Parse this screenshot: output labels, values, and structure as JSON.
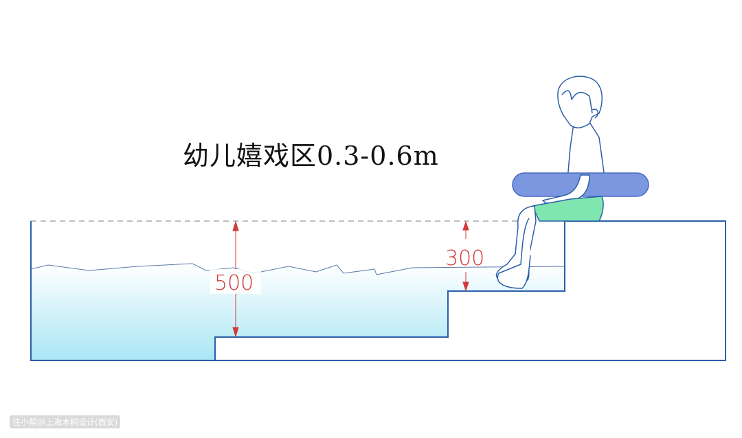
{
  "title": "幼儿嬉戏区0.3-0.6m",
  "dimensions": {
    "deep": "500",
    "shallow": "300"
  },
  "watermark": "住小帮@上海木桐设计(西安)",
  "colors": {
    "outline": "#2a5fa8",
    "dimension": "#d23a3a",
    "ring": "#7a97e0",
    "shorts": "#7fe6b0",
    "water": "#bfeaf5"
  }
}
